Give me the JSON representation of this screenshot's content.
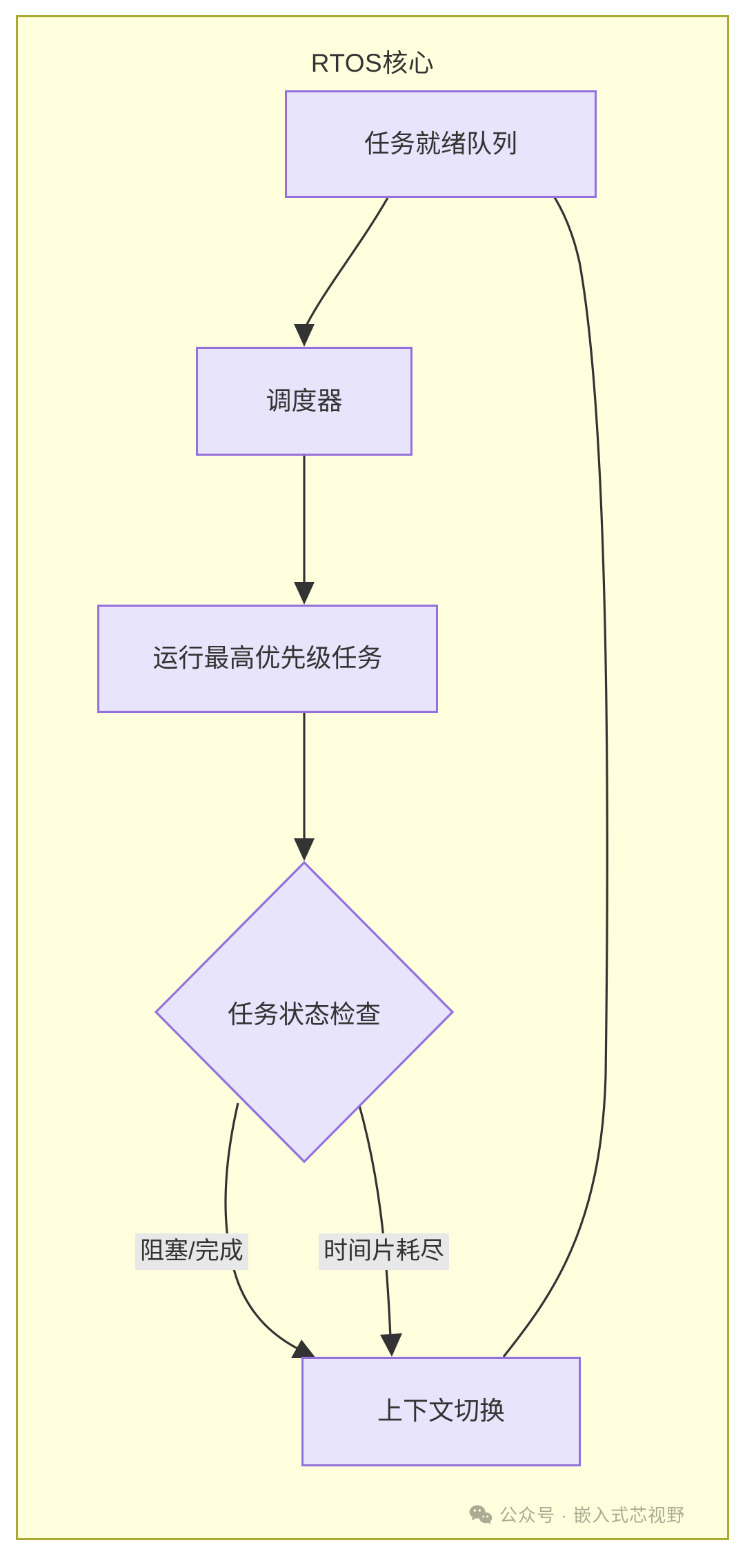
{
  "diagram": {
    "title": "RTOS核心",
    "frame_color": "#aaaa33",
    "frame_fill": "#ffffde",
    "node_fill": "#e8e4fb",
    "node_stroke": "#9370db",
    "edge_color": "#333333",
    "nodes": [
      {
        "id": "ready_queue",
        "label": "任务就绪队列",
        "shape": "rect"
      },
      {
        "id": "scheduler",
        "label": "调度器",
        "shape": "rect"
      },
      {
        "id": "run_task",
        "label": "运行最高优先级任务",
        "shape": "rect"
      },
      {
        "id": "state_check",
        "label": "任务状态检查",
        "shape": "diamond"
      },
      {
        "id": "ctx_switch",
        "label": "上下文切换",
        "shape": "rect"
      }
    ],
    "edges": [
      {
        "from": "ready_queue",
        "to": "scheduler",
        "label": ""
      },
      {
        "from": "scheduler",
        "to": "run_task",
        "label": ""
      },
      {
        "from": "run_task",
        "to": "state_check",
        "label": ""
      },
      {
        "from": "state_check",
        "to": "ctx_switch",
        "label": "阻塞/完成"
      },
      {
        "from": "state_check",
        "to": "ctx_switch",
        "label": "时间片耗尽"
      },
      {
        "from": "ctx_switch",
        "to": "ready_queue",
        "label": ""
      }
    ],
    "edge_labels": {
      "blocked": "阻塞/完成",
      "timeslice": "时间片耗尽"
    }
  },
  "watermark": {
    "icon": "wechat-icon",
    "text": "公众号 · 嵌入式芯视野"
  }
}
